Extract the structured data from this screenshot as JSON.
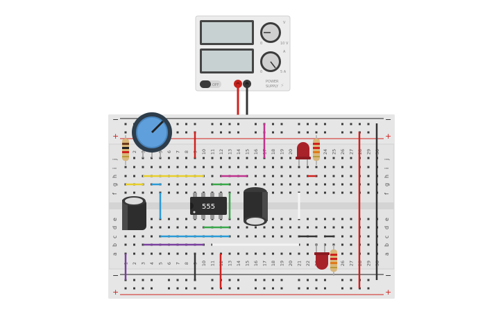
{
  "power_supply": {
    "voltage_dial_max": "10 V",
    "voltage_dial_min": "0",
    "current_dial_max": "5 A",
    "current_dial_min": "0",
    "voltage_symbol": "V",
    "current_symbol": "A",
    "switch_label": "OFF",
    "brand_text_1": "POWER",
    "brand_text_2": "SUPPLY",
    "output_positive_color": "#d0211c",
    "output_negative_color": "#333333"
  },
  "breadboard": {
    "row_letters_top": [
      "j",
      "i",
      "h",
      "g",
      "f"
    ],
    "row_letters_bottom": [
      "e",
      "d",
      "c",
      "b",
      "a"
    ],
    "column_numbers": [
      "1",
      "2",
      "3",
      "4",
      "5",
      "6",
      "7",
      "8",
      "9",
      "10",
      "11",
      "12",
      "13",
      "14",
      "15",
      "16",
      "17",
      "18",
      "19",
      "20",
      "21",
      "22",
      "23",
      "24",
      "25",
      "26",
      "27",
      "28",
      "29",
      "30"
    ],
    "rail_minus": "−",
    "rail_plus": "+",
    "rail_minus_color": "#222222",
    "rail_plus_color": "#d0211c"
  },
  "components": {
    "ic_label": "555",
    "potentiometer_color": "#5fa0dc",
    "led_color": "#a8222a"
  },
  "wires": {
    "red": "#d0211c",
    "black": "#333333",
    "yellow": "#e8cf2a",
    "blue": "#2a9bd6",
    "green": "#3aa84a",
    "purple": "#7b3fa0",
    "magenta": "#c0338f",
    "white": "#f4f4f4"
  }
}
